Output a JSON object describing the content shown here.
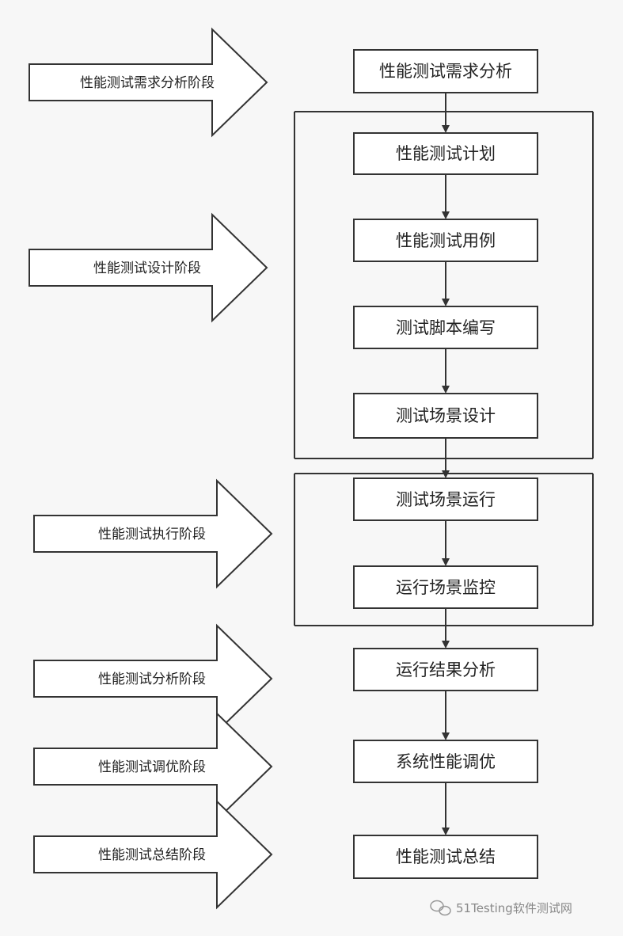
{
  "phases": [
    "性能测试需求分析阶段",
    "性能测试设计阶段",
    "性能测试执行阶段",
    "性能测试分析阶段",
    "性能测试调优阶段",
    "性能测试总结阶段"
  ],
  "steps": [
    "性能测试需求分析",
    "性能测试计划",
    "性能测试用例",
    "测试脚本编写",
    "测试场景设计",
    "测试场景运行",
    "运行场景监控",
    "运行结果分析",
    "系统性能调优",
    "性能测试总结"
  ],
  "watermark": "51Testing软件测试网",
  "colors": {
    "background": "#f7f7f7",
    "fill": "#ffffff",
    "stroke": "#333333"
  }
}
